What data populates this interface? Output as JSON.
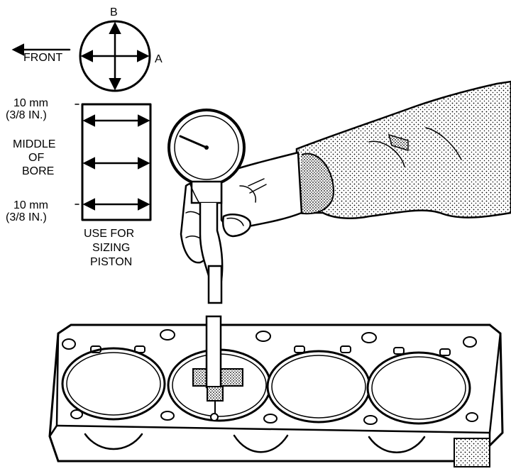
{
  "orientation": {
    "front_label": "FRONT",
    "axis_a_label": "A",
    "axis_b_label": "B"
  },
  "bore_diagram": {
    "top_measure": [
      "10 mm",
      "(3/8 IN.)"
    ],
    "middle_label": [
      "MIDDLE",
      "OF",
      "BORE"
    ],
    "bottom_measure": [
      "10 mm",
      "(3/8 IN.)"
    ],
    "caption": [
      "USE FOR",
      "SIZING",
      "PISTON"
    ]
  },
  "illustration": {
    "subject": "bore-gauge-in-cylinder",
    "icons": [
      "dial-gauge-icon",
      "hand-icon",
      "engine-block-icon"
    ]
  }
}
